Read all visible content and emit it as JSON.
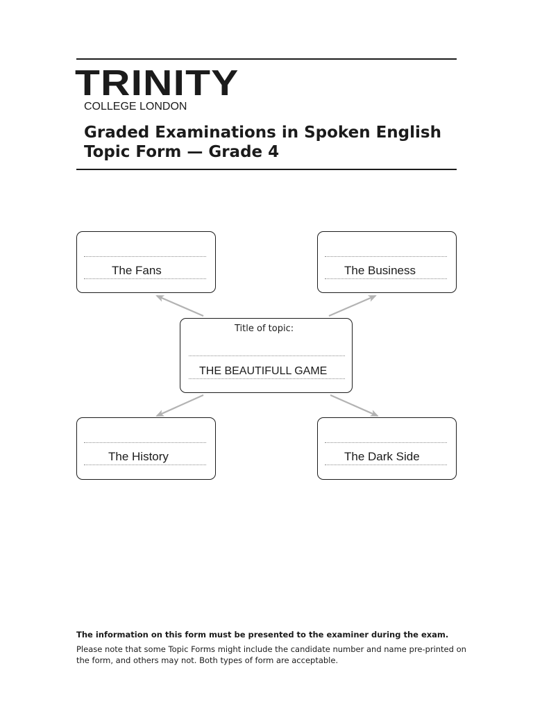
{
  "header": {
    "logo_text": "TRINITY",
    "logo_subtitle": "COLLEGE LONDON",
    "title_line1": "Graded Examinations in Spoken English",
    "title_line2": "Topic Form — Grade 4"
  },
  "topic": {
    "title_label": "Title of topic:",
    "title_value": "THE BEAUTIFULL GAME"
  },
  "subtopics": {
    "top_left": "The Fans",
    "top_right": "The Business",
    "bottom_left": "The History",
    "bottom_right": "The Dark Side"
  },
  "footer": {
    "notice": "The information on this form must be presented to the examiner during the exam.",
    "note_line1": "Please note that some Topic Forms might include the candidate number and name pre-printed on",
    "note_line2": "the form, and others may not. Both types of form are acceptable."
  },
  "colors": {
    "ink": "#1b1b1b",
    "arrow": "#b3b3b3",
    "dotted_line": "#8a8a8a"
  }
}
